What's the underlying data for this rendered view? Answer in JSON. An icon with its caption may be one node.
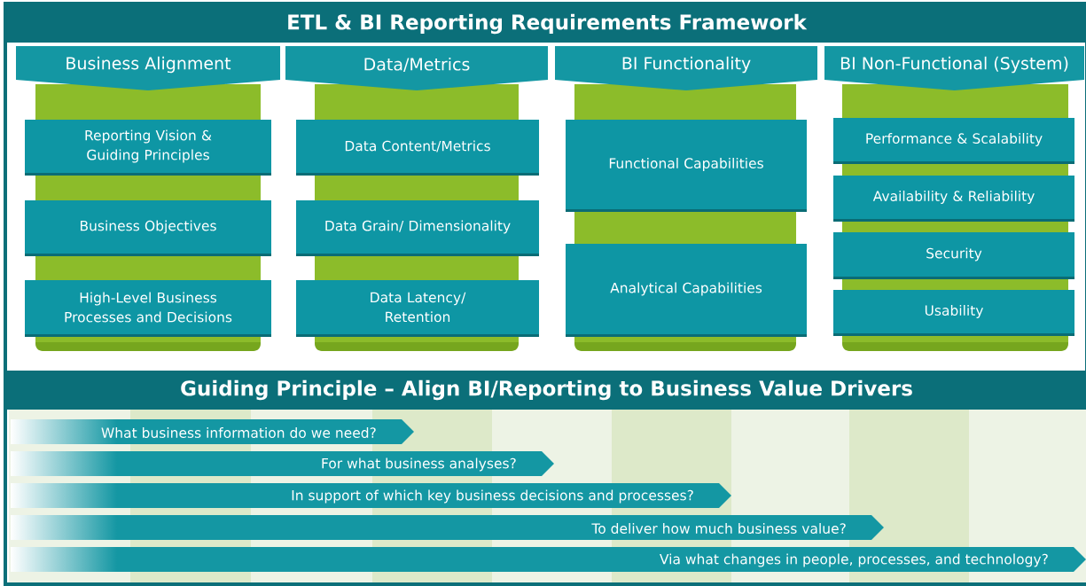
{
  "diagram": {
    "nodes": [
      {
        "text": [
          "ETL & BI Reporting Requirements Framework"
        ]
      },
      {
        "text": [
          "Business Alignment"
        ]
      },
      {
        "text": [
          "Reporting Vision & Guiding Principles"
        ]
      },
      {
        "text": [
          "Business Objectives"
        ]
      },
      {
        "text": [
          "High-Level Business Processes and Decisions"
        ]
      },
      {
        "text": [
          "Data/Metrics"
        ]
      },
      {
        "text": [
          "Data Content/Metrics"
        ]
      },
      {
        "text": [
          "Data Grain/ Dimensionality"
        ]
      },
      {
        "text": [
          "Data Latency/ Retention"
        ]
      },
      {
        "text": [
          "BI Functionality"
        ]
      },
      {
        "text": [
          "Functional Capabilities"
        ]
      },
      {
        "text": [
          "Analytical Capabilities"
        ]
      },
      {
        "text": [
          "BI Non-Functional (System)"
        ]
      },
      {
        "text": [
          "Performance & Scalability"
        ]
      },
      {
        "text": [
          "Availability & Reliability"
        ]
      },
      {
        "text": [
          "Security"
        ]
      },
      {
        "text": [
          "Usability"
        ]
      },
      {
        "text": [
          "Guiding Principle – Align BI/Reporting to Business Value Drivers"
        ]
      },
      {
        "text": [
          "What business information do we need?"
        ]
      },
      {
        "text": [
          "For what business analyses?"
        ]
      },
      {
        "text": [
          "In support of which key business decisions and processes?"
        ]
      },
      {
        "text": [
          "To deliver how much business value?"
        ]
      },
      {
        "text": [
          "Via what changes in people, processes, and technology?"
        ]
      }
    ]
  }
}
